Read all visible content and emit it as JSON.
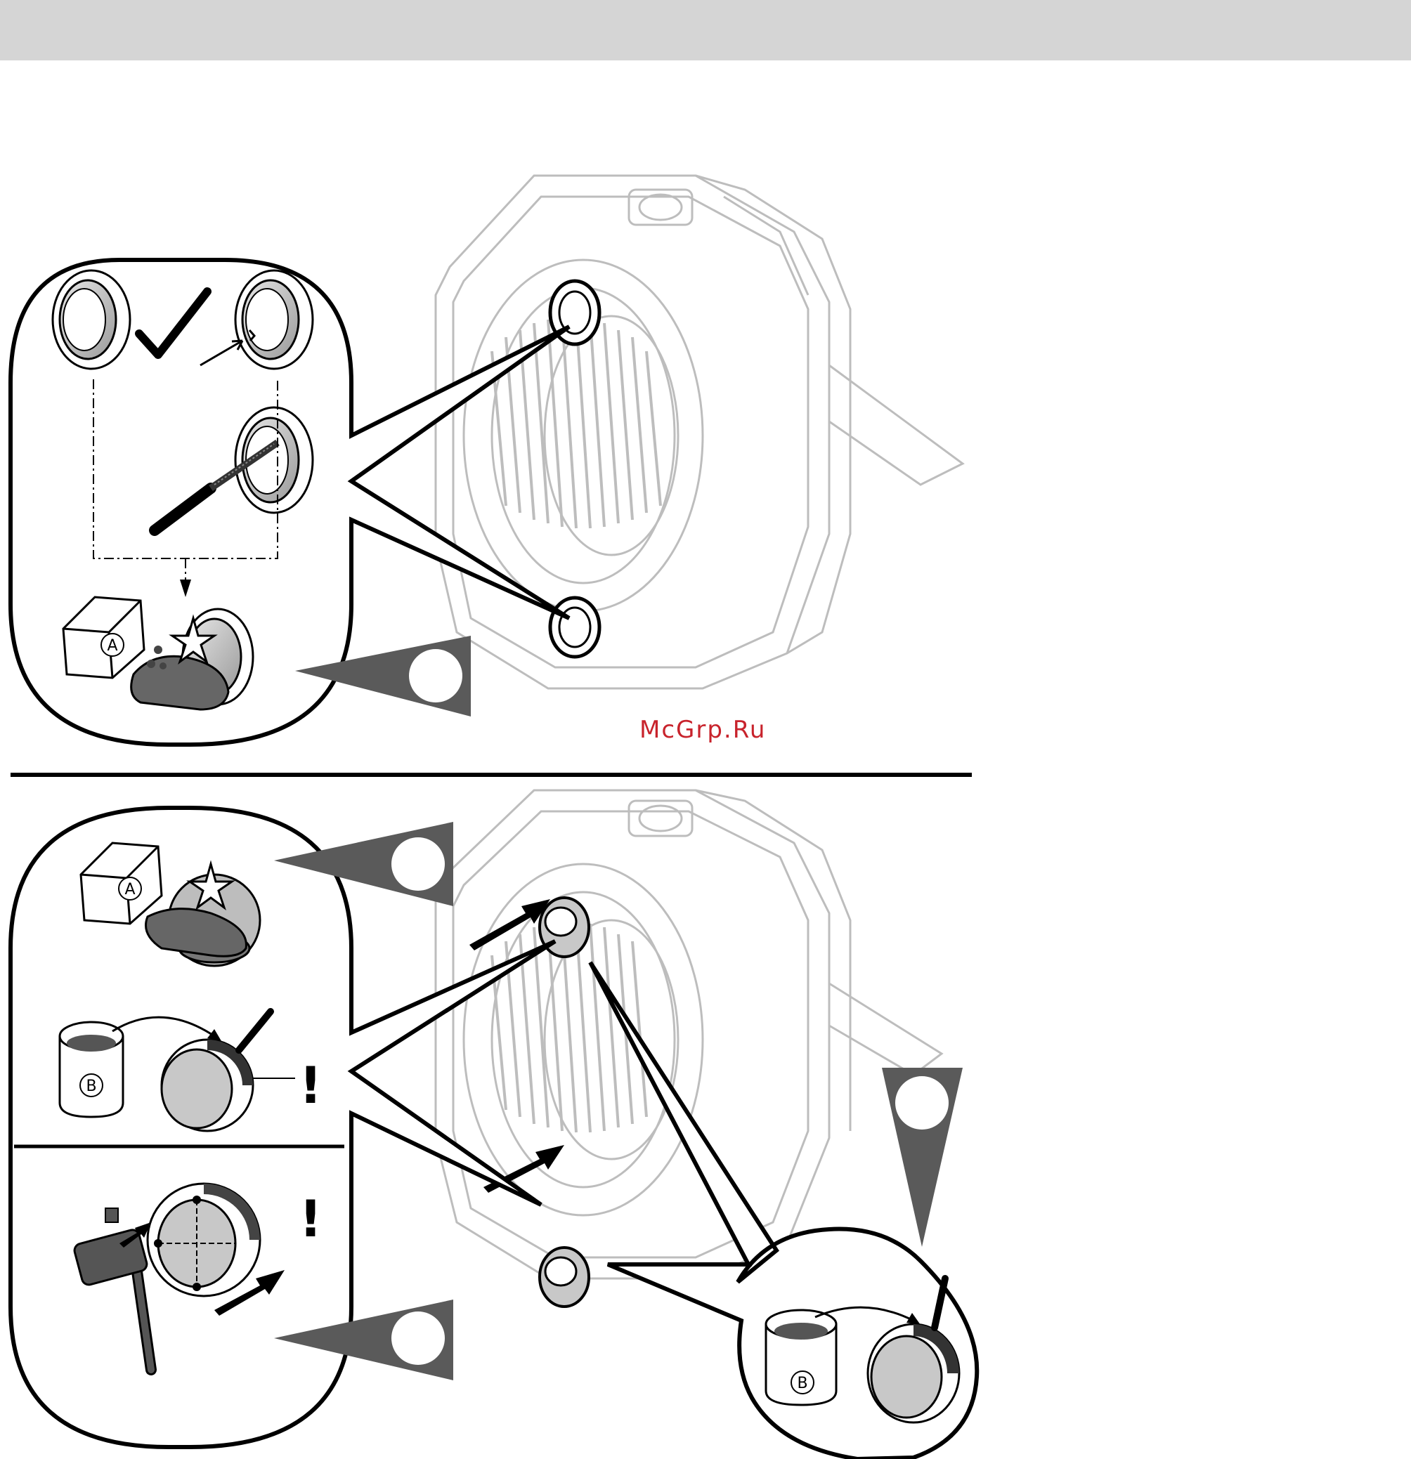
{
  "watermark": {
    "text": "McGrp.Ru",
    "color": "#c8232c"
  },
  "labels": {
    "part_a": "A",
    "part_b": "B",
    "warning": "!"
  },
  "colors": {
    "header_bar": "#d5d5d5",
    "pointer_fill": "#5a5a5a",
    "line": "#000000",
    "housing_outline": "#bdbdbd"
  }
}
